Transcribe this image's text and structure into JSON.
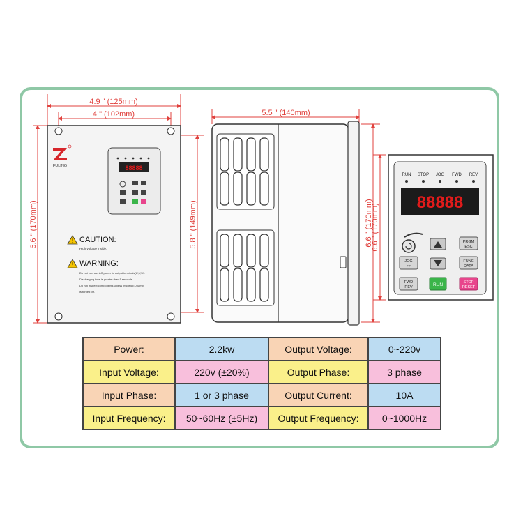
{
  "colors": {
    "frame": "#8fc8a6",
    "dimension_red": "#e0413d",
    "orange_cell": "#f9d4b5",
    "blue_cell": "#bcdcf2",
    "yellow_cell": "#faf08a",
    "pink_cell": "#f8bfdc",
    "display_red": "#e11b1b",
    "run_green": "#3bb54a",
    "stop_pink": "#e8458c"
  },
  "front_view": {
    "dim_overall_width": "4.9 \" (125mm)",
    "dim_mount_width": "4 \" (102mm)",
    "dim_overall_height": "6.6 \" (170mm)",
    "dim_mount_height": "5.8 \" (149mm)",
    "brand": "FULING",
    "caution_title": "CAUTION:",
    "caution_text": "High voltage inside.",
    "warning_title": "WARNING:",
    "warning_lines": [
      "Do not connect AC power to output terminals(U,V,W).",
      "Discharging time is greater than 5 seconds.",
      "Do not inspect components unless inside(LED)lamp",
      "is turned off."
    ]
  },
  "side_view": {
    "dim_depth": "5.5 \" (140mm)",
    "dim_height": "6.6 \" (170mm)"
  },
  "keypad": {
    "indicators": [
      "RUN",
      "STOP",
      "JOG",
      "FWD",
      "REV"
    ],
    "display": "88888",
    "buttons": {
      "prgm": [
        "PRGM",
        "ESC"
      ],
      "jog": [
        "JOG",
        ">>"
      ],
      "func": [
        "FUNC",
        "DATA"
      ],
      "fwd": [
        "FWD",
        "REV"
      ],
      "run": "RUN",
      "stop": [
        "STOP",
        "RESET"
      ]
    }
  },
  "specs": [
    {
      "label": "Power:",
      "value": "2.2kw",
      "label2": "Output Voltage:",
      "value2": "0~220v"
    },
    {
      "label": "Input Voltage:",
      "value": "220v (±20%)",
      "label2": "Output Phase:",
      "value2": "3 phase"
    },
    {
      "label": "Input Phase:",
      "value": "1 or 3 phase",
      "label2": "Output Current:",
      "value2": "10A"
    },
    {
      "label": "Input Frequency:",
      "value": "50~60Hz (±5Hz)",
      "label2": "Output Frequency:",
      "value2": "0~1000Hz"
    }
  ]
}
